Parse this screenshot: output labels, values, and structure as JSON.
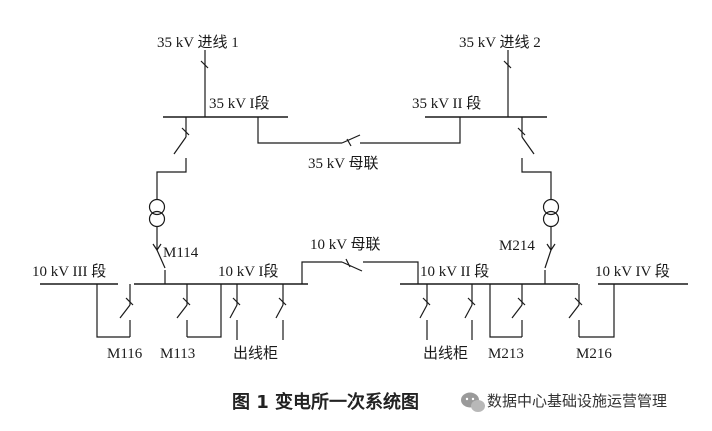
{
  "labels": {
    "in1": "35 kV 进线 1",
    "in2": "35 kV 进线 2",
    "bus35_1": "35 kV I段",
    "bus35_2": "35 kV II 段",
    "tie35": "35 kV 母联",
    "tie10": "10 kV 母联",
    "m114": "M114",
    "m214": "M214",
    "bus10_3": "10 kV III 段",
    "bus10_1": "10 kV I段",
    "bus10_2": "10 kV II 段",
    "bus10_4": "10 kV IV 段",
    "m116": "M116",
    "m113": "M113",
    "out1": "出线柜",
    "out2": "出线柜",
    "m213": "M213",
    "m216": "M216"
  },
  "caption": "图 1  变电所一次系统图",
  "watermark": {
    "icon": "wechat-icon",
    "text": "数据中心基础设施运营管理"
  }
}
